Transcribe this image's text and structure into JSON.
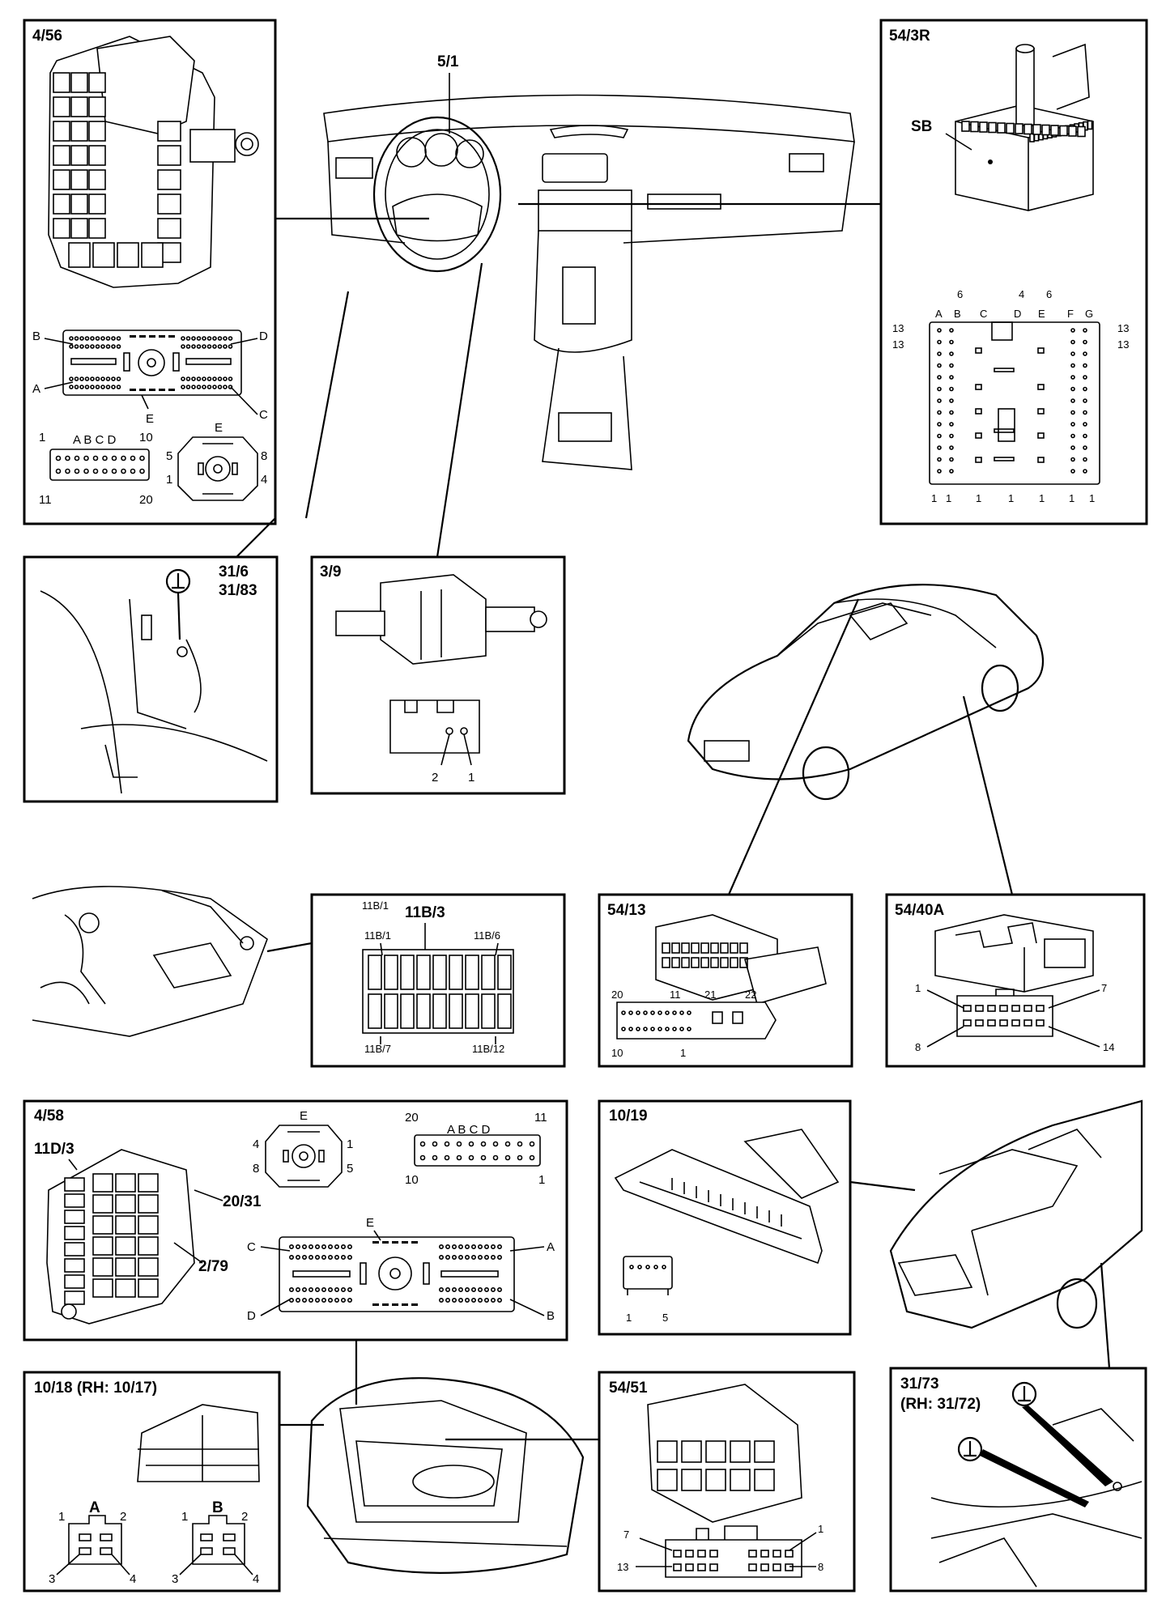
{
  "panels": {
    "p456": {
      "id": "4/56",
      "conn_letters": {
        "a": "A",
        "b": "B",
        "c": "C",
        "d": "D",
        "e": "E"
      },
      "small": {
        "header": "A B C D",
        "n1": "1",
        "n10": "10",
        "n11": "11",
        "n20": "20"
      },
      "round": {
        "e": "E",
        "n5": "5",
        "n8": "8",
        "n1": "1",
        "n4": "4"
      }
    },
    "p51": {
      "id": "5/1"
    },
    "p543r": {
      "id": "54/3R",
      "sb": "SB",
      "cols": [
        "A",
        "B",
        "C",
        "D",
        "E",
        "F",
        "G"
      ],
      "n6a": "6",
      "n4": "4",
      "n6b": "6",
      "n13": "13",
      "n1": "1"
    },
    "p316": {
      "id": "31/6",
      "id2": "31/83"
    },
    "p39": {
      "id": "3/9",
      "pin2": "2",
      "pin1": "1"
    },
    "p11b": {
      "id": "11B/3",
      "f1": "11B/1",
      "f6": "11B/6",
      "f7": "11B/7",
      "f12": "11B/12"
    },
    "p5413": {
      "id": "54/13",
      "n20": "20",
      "n11": "11",
      "n21": "21",
      "n22": "22",
      "n10": "10",
      "n1": "1"
    },
    "p5440": {
      "id": "54/40A",
      "n1": "1",
      "n7": "7",
      "n8": "8",
      "n14": "14"
    },
    "p458": {
      "id": "4/58",
      "sub1": "11D/3",
      "sub2": "20/31",
      "sub3": "2/79",
      "round": {
        "e": "E",
        "n4": "4",
        "n1": "1",
        "n8": "8",
        "n5": "5"
      },
      "small": {
        "header": "A B C D",
        "n20": "20",
        "n11": "11",
        "n10": "10",
        "n1": "1"
      },
      "conn_letters": {
        "e": "E",
        "c": "C",
        "a": "A",
        "d": "D",
        "b": "B"
      }
    },
    "p1019": {
      "id": "10/19",
      "n1": "1",
      "n5": "5"
    },
    "p1018": {
      "id": "10/18 (RH: 10/17)",
      "a": "A",
      "b": "B",
      "n1": "1",
      "n2": "2",
      "n3": "3",
      "n4": "4"
    },
    "p5451": {
      "id": "54/51",
      "n7": "7",
      "n1": "1",
      "n13": "13",
      "n8": "8"
    },
    "p3173": {
      "id": "31/73",
      "id2": "(RH: 31/72)"
    }
  }
}
